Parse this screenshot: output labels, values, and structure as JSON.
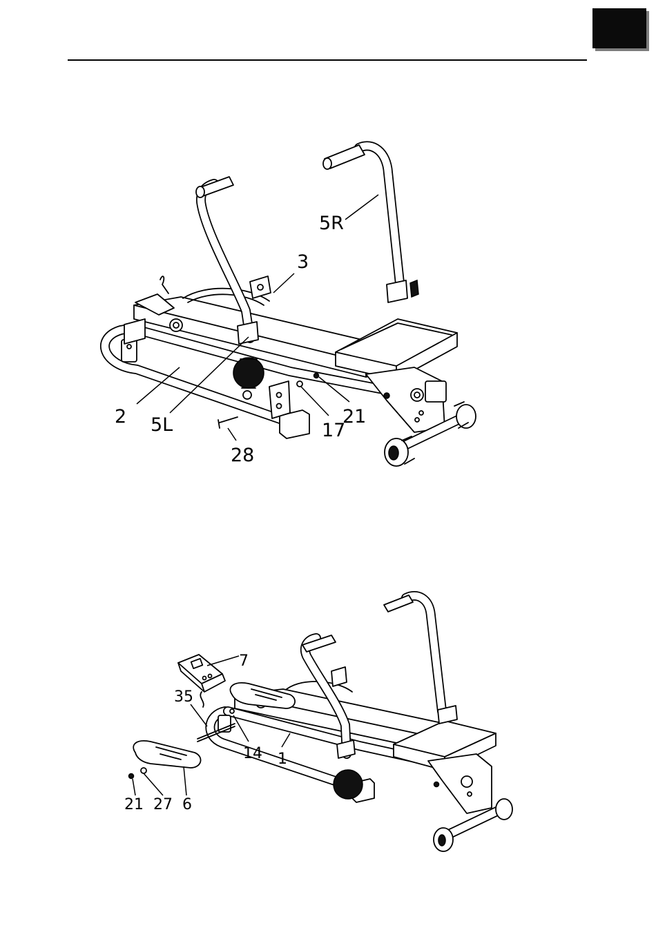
{
  "figure_top": {
    "labels": {
      "rail": "3",
      "handle_right": "5R",
      "handle_left": "5L",
      "base_frame": "2",
      "washer": "17",
      "nut": "21",
      "bolt": "28"
    }
  },
  "figure_bottom": {
    "labels": {
      "monitor": "7",
      "axle": "35",
      "pin": "14",
      "main_frame": "1",
      "nut": "21",
      "washer": "27",
      "footrest": "6"
    }
  }
}
